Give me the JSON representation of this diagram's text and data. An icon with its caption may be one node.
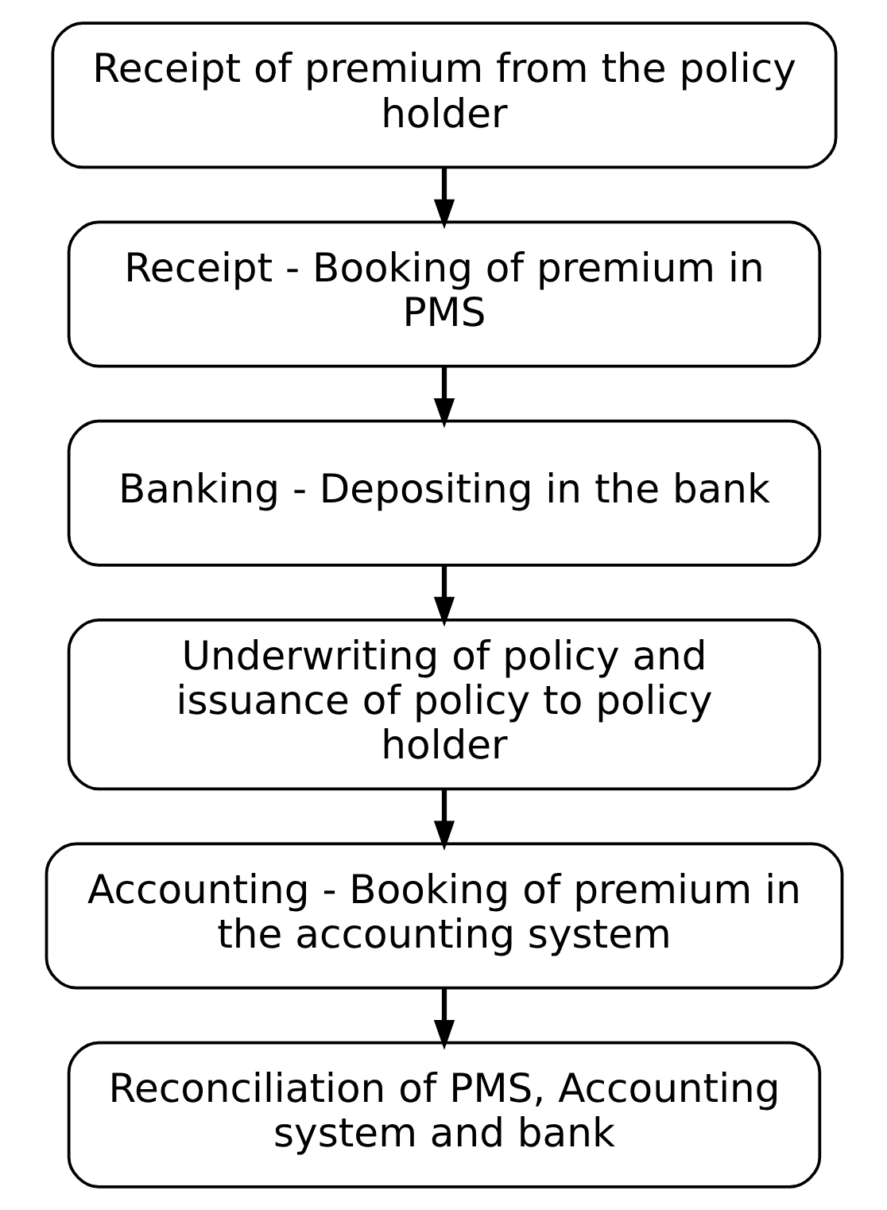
{
  "diagram": {
    "nodes": [
      {
        "text": [
          "Receipt of premium from the policy holder"
        ]
      },
      {
        "text": [
          "Receipt - Booking of premium in PMS"
        ]
      },
      {
        "text": [
          "Banking - Depositing in the bank"
        ]
      },
      {
        "text": [
          "Underwriting of policy and issuance of policy to policy holder"
        ]
      },
      {
        "text": [
          "Accounting - Booking of premium in the accounting system"
        ]
      },
      {
        "text": [
          "Reconciliation of PMS, Accounting system and bank"
        ]
      }
    ],
    "edges": [
      {
        "from": 0,
        "to": 1,
        "arrow": "to"
      },
      {
        "from": 1,
        "to": 2,
        "arrow": "to"
      },
      {
        "from": 2,
        "to": 3,
        "arrow": "to"
      },
      {
        "from": 3,
        "to": 4,
        "arrow": "to"
      },
      {
        "from": 4,
        "to": 5,
        "arrow": "to"
      }
    ]
  }
}
